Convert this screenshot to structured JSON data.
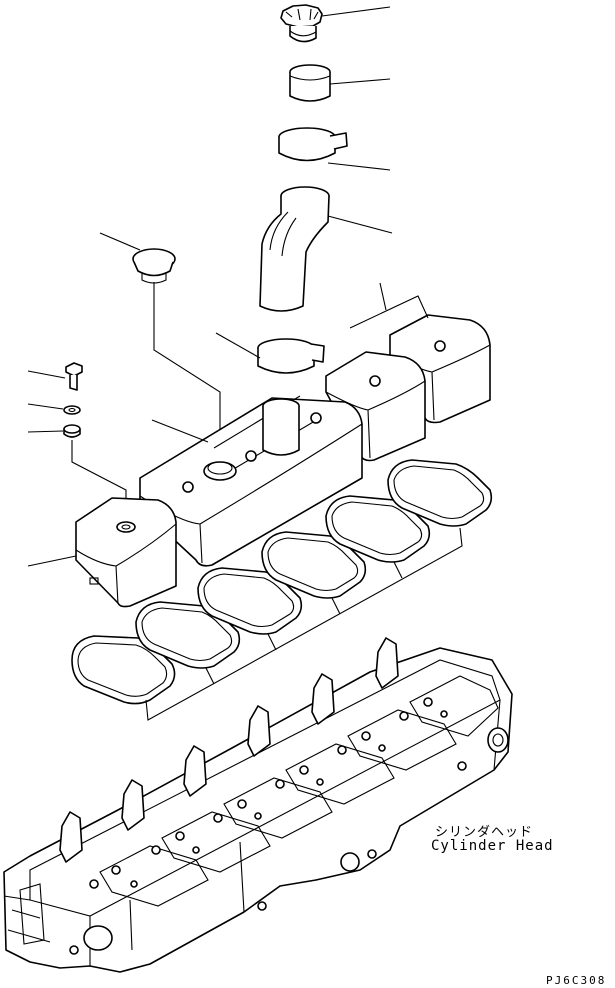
{
  "diagram": {
    "labels": {
      "japanese_name": "シリンダヘッド",
      "english_name": "Cylinder Head",
      "drawing_code": "PJ6C308"
    },
    "parts": [
      "oil-filler-cap",
      "filler-adapter",
      "hose-clamp-upper",
      "breather-hose",
      "hose-clamp-lower",
      "breather-plug",
      "bolt",
      "washer",
      "seal",
      "valve-cover",
      "gasket",
      "cylinder-head"
    ]
  }
}
